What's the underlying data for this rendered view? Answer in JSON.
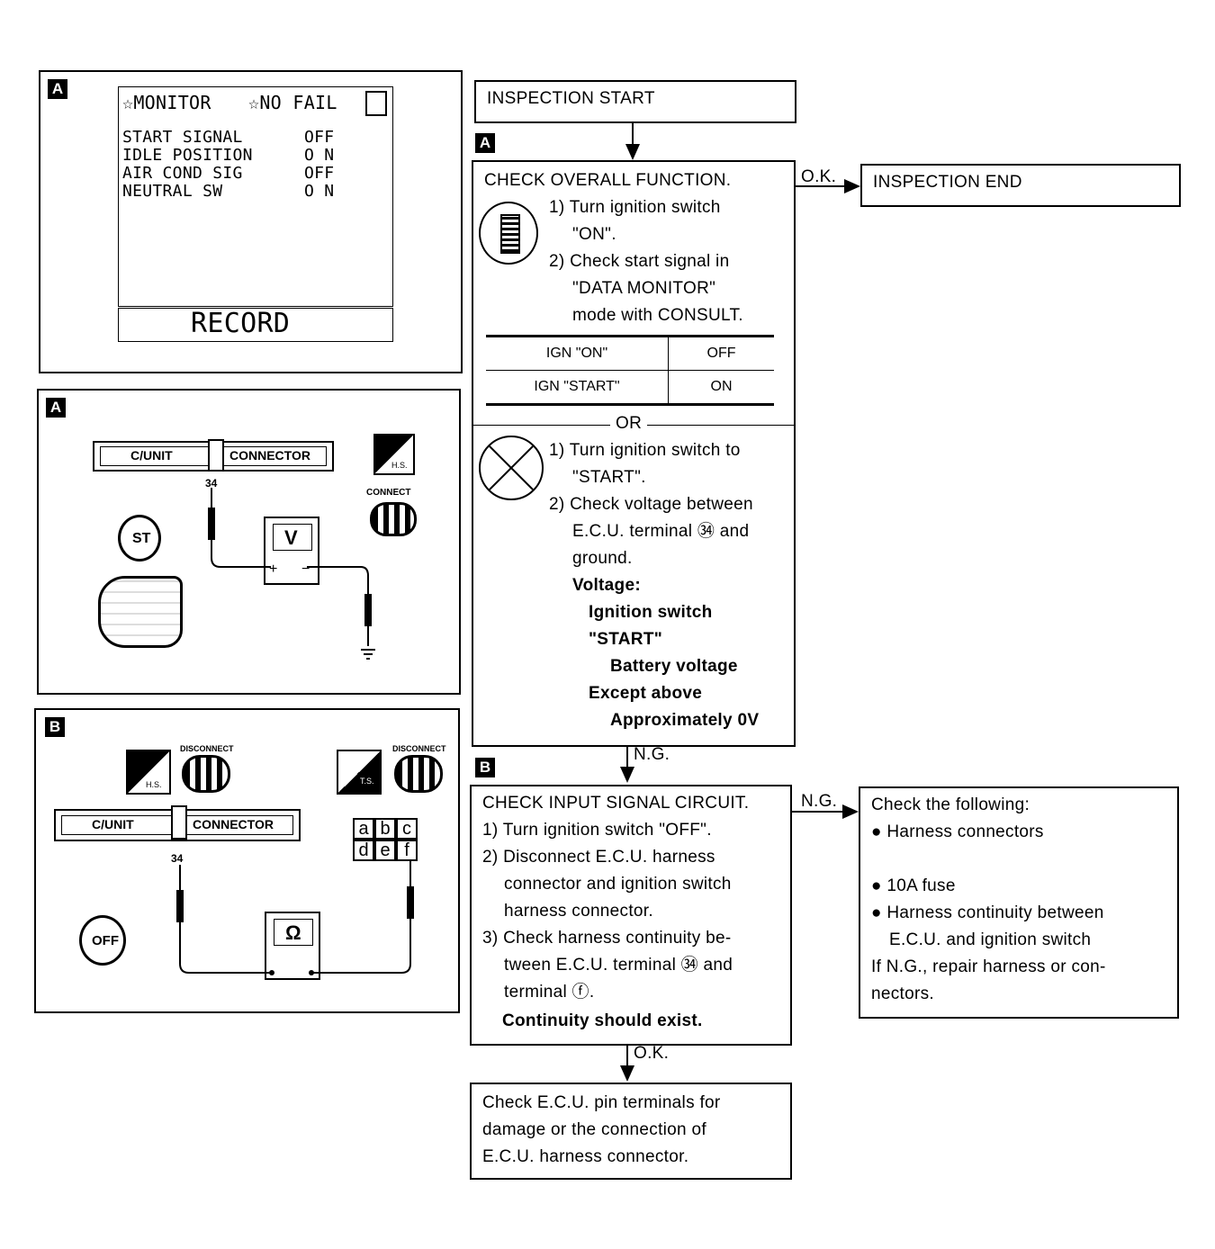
{
  "panel_a1": {
    "tag": "A",
    "header_left": "☆MONITOR",
    "header_right": "☆NO FAIL",
    "rows": [
      {
        "label": "START SIGNAL",
        "value": "OFF"
      },
      {
        "label": "IDLE POSITION",
        "value": "O N"
      },
      {
        "label": "AIR COND SIG",
        "value": "OFF"
      },
      {
        "label": "NEUTRAL SW",
        "value": "O N"
      }
    ],
    "record_button": "RECORD"
  },
  "panel_a2": {
    "tag": "A",
    "connector_left": "C/UNIT",
    "connector_right": "CONNECTOR",
    "terminal": "34",
    "meter": "V",
    "plus": "+",
    "minus": "−",
    "connect_label": "CONNECT",
    "hs_label": "H.S.",
    "key_label": "ST"
  },
  "panel_b": {
    "tag": "B",
    "connector_left": "C/UNIT",
    "connector_right": "CONNECTOR",
    "terminal": "34",
    "meter": "Ω",
    "disconnect_1": "DISCONNECT",
    "disconnect_2": "DISCONNECT",
    "hs_label": "H.S.",
    "ts_label": "T.S.",
    "key_label": "OFF",
    "grid_top": [
      "a",
      "b",
      "c"
    ],
    "grid_bottom": [
      "d",
      "e",
      "f"
    ]
  },
  "flow": {
    "start": "INSPECTION START",
    "tag_a": "A",
    "ok_1": "O.K.",
    "end": "INSPECTION END",
    "check_a_title": "CHECK OVERALL FUNCTION.",
    "check_a_steps": [
      "1) Turn ignition switch",
      "\"ON\".",
      "2) Check start signal in",
      "\"DATA MONITOR\"",
      "mode with CONSULT."
    ],
    "ign_table": [
      {
        "state": "IGN \"ON\"",
        "signal": "OFF"
      },
      {
        "state": "IGN \"START\"",
        "signal": "ON"
      }
    ],
    "or": "OR",
    "check_a_alt": [
      "1) Turn ignition switch to",
      "\"START\".",
      "2) Check voltage between",
      "E.C.U. terminal ㉞ and",
      "ground."
    ],
    "voltage_lines": [
      "Voltage:",
      "Ignition switch",
      "\"START\"",
      "Battery voltage",
      "Except above",
      "Approximately 0V"
    ],
    "ng_1": "N.G.",
    "tag_b": "B",
    "check_b_lines": [
      "CHECK INPUT SIGNAL CIRCUIT.",
      "1) Turn ignition switch \"OFF\".",
      "2) Disconnect E.C.U. harness",
      "connector and ignition switch",
      "harness connector.",
      "3) Check harness continuity be-",
      "tween E.C.U. terminal ㉞ and",
      "terminal ⓕ."
    ],
    "continuity": "Continuity should exist.",
    "ng_2": "N.G.",
    "check_following": [
      "Check the following:",
      "● Harness connectors",
      "● 10A fuse",
      "● Harness continuity between",
      "E.C.U. and ignition switch",
      "If N.G., repair harness or con-",
      "nectors."
    ],
    "ok_2": "O.K.",
    "final": [
      "Check E.C.U. pin terminals for",
      "damage or the connection of",
      "E.C.U. harness connector."
    ]
  }
}
